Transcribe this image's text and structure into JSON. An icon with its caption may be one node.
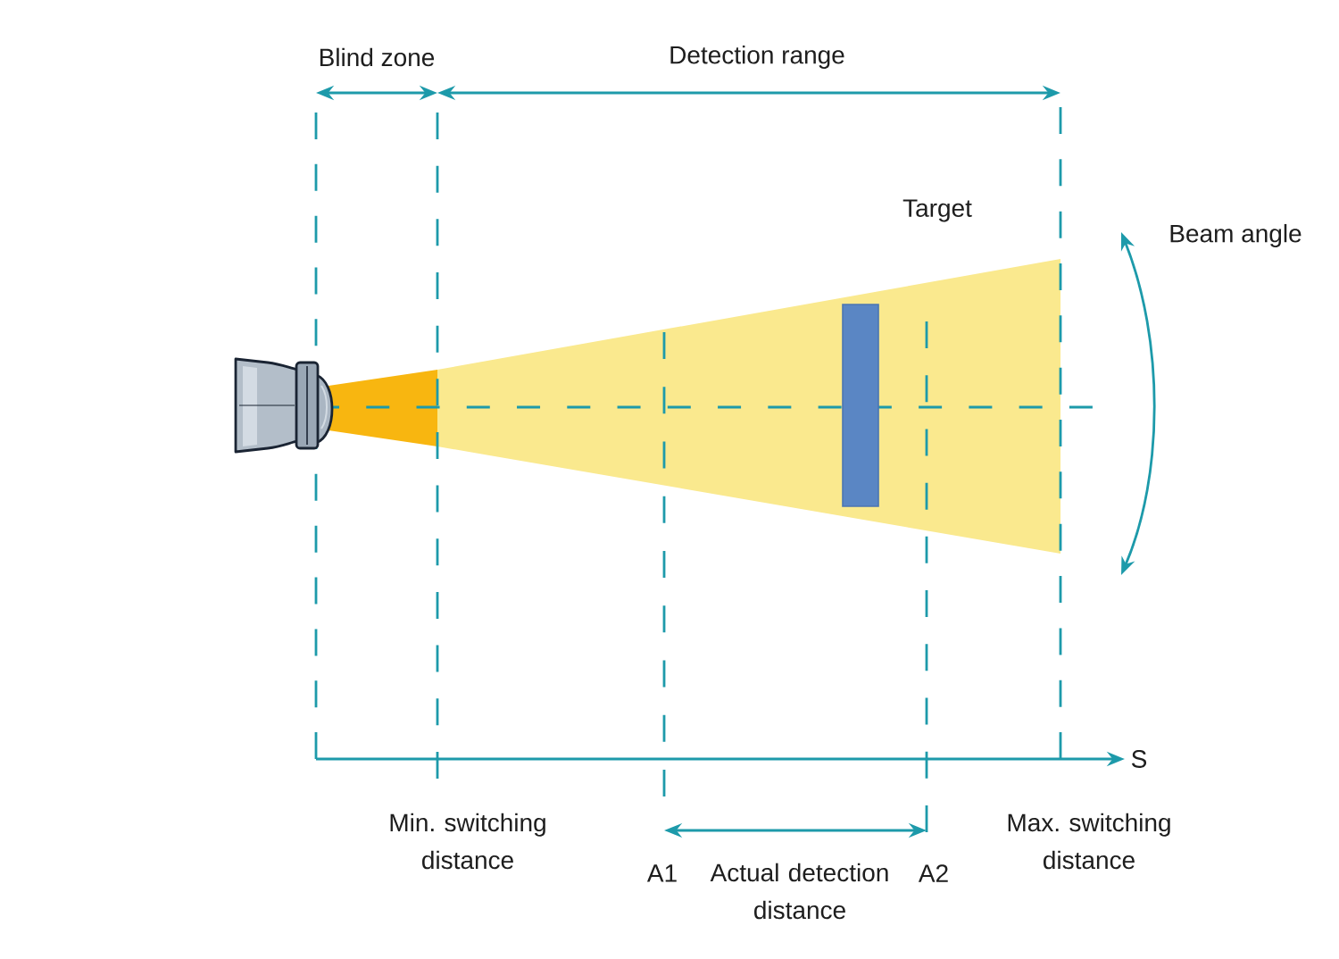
{
  "diagram": {
    "nodes": [
      {
        "text": [],
        "shape": "picture"
      },
      {
        "text": [],
        "shape": "bar",
        "beside": [
          "Target"
        ]
      }
    ],
    "labels": [
      "Blind zone",
      "Detection range",
      "Beam angle",
      "S",
      "Min. switching distance",
      "A1",
      "Actual detection distance",
      "A2",
      "Max. switching distance"
    ]
  }
}
